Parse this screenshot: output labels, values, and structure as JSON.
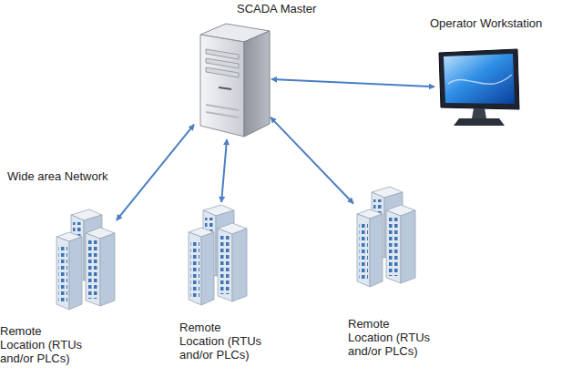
{
  "diagram": {
    "nodes": [
      {
        "text": [
          "SCADA Master"
        ]
      },
      {
        "text": [
          "Operator Workstation"
        ]
      },
      {
        "text": [
          "Remote Location (RTUs and/or PLCs)"
        ]
      },
      {
        "text": [
          "Remote Location (RTUs and/or PLCs)"
        ]
      },
      {
        "text": [
          "Remote Location (RTUs and/or PLCs)"
        ]
      }
    ],
    "edges": [
      {
        "from": 0,
        "to": 1,
        "arrow": "both"
      },
      {
        "from": 0,
        "to": 2,
        "arrow": "both"
      },
      {
        "from": 0,
        "to": 3,
        "arrow": "both"
      },
      {
        "from": 0,
        "to": 4,
        "arrow": "both"
      }
    ],
    "labels": [
      "Wide area Network"
    ]
  }
}
